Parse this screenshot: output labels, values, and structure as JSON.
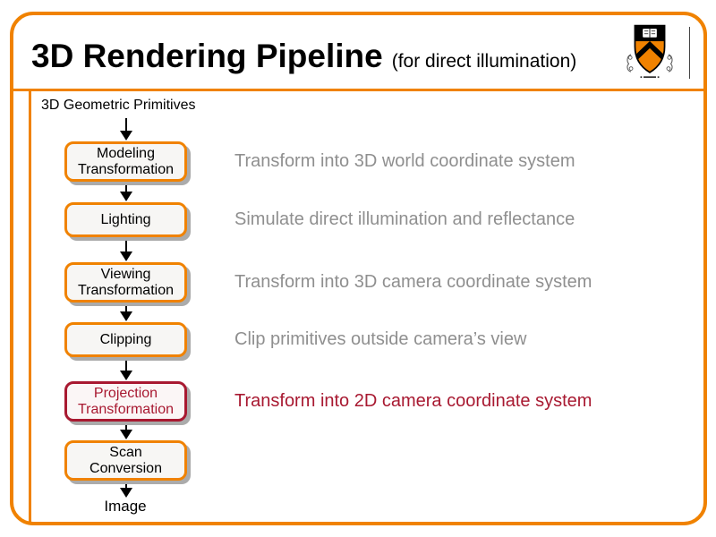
{
  "slide": {
    "title": "3D Rendering Pipeline",
    "subtitle": "(for direct illumination)"
  },
  "logo": {
    "name": "princeton-shield"
  },
  "pipeline": {
    "input_label": "3D Geometric Primitives",
    "output_label": "Image",
    "steps": [
      {
        "label": "Modeling Transformation",
        "description": "Transform into 3D world coordinate system",
        "highlighted": false
      },
      {
        "label": "Lighting",
        "description": "Simulate direct illumination and reflectance",
        "highlighted": false
      },
      {
        "label": "Viewing Transformation",
        "description": "Transform into 3D camera coordinate system",
        "highlighted": false
      },
      {
        "label": "Clipping",
        "description": "Clip primitives outside camera’s view",
        "highlighted": false
      },
      {
        "label": "Projection Transformation",
        "description": "Transform into 2D camera coordinate system",
        "highlighted": true
      },
      {
        "label": "Scan Conversion",
        "description": "",
        "highlighted": false
      }
    ]
  },
  "colors": {
    "accent_orange": "#F08200",
    "highlight_red": "#A81931",
    "description_gray": "#8F8F8F",
    "box_fill": "#F7F6F4",
    "shadow_gray": "#ABABAB",
    "text_black": "#000000"
  }
}
